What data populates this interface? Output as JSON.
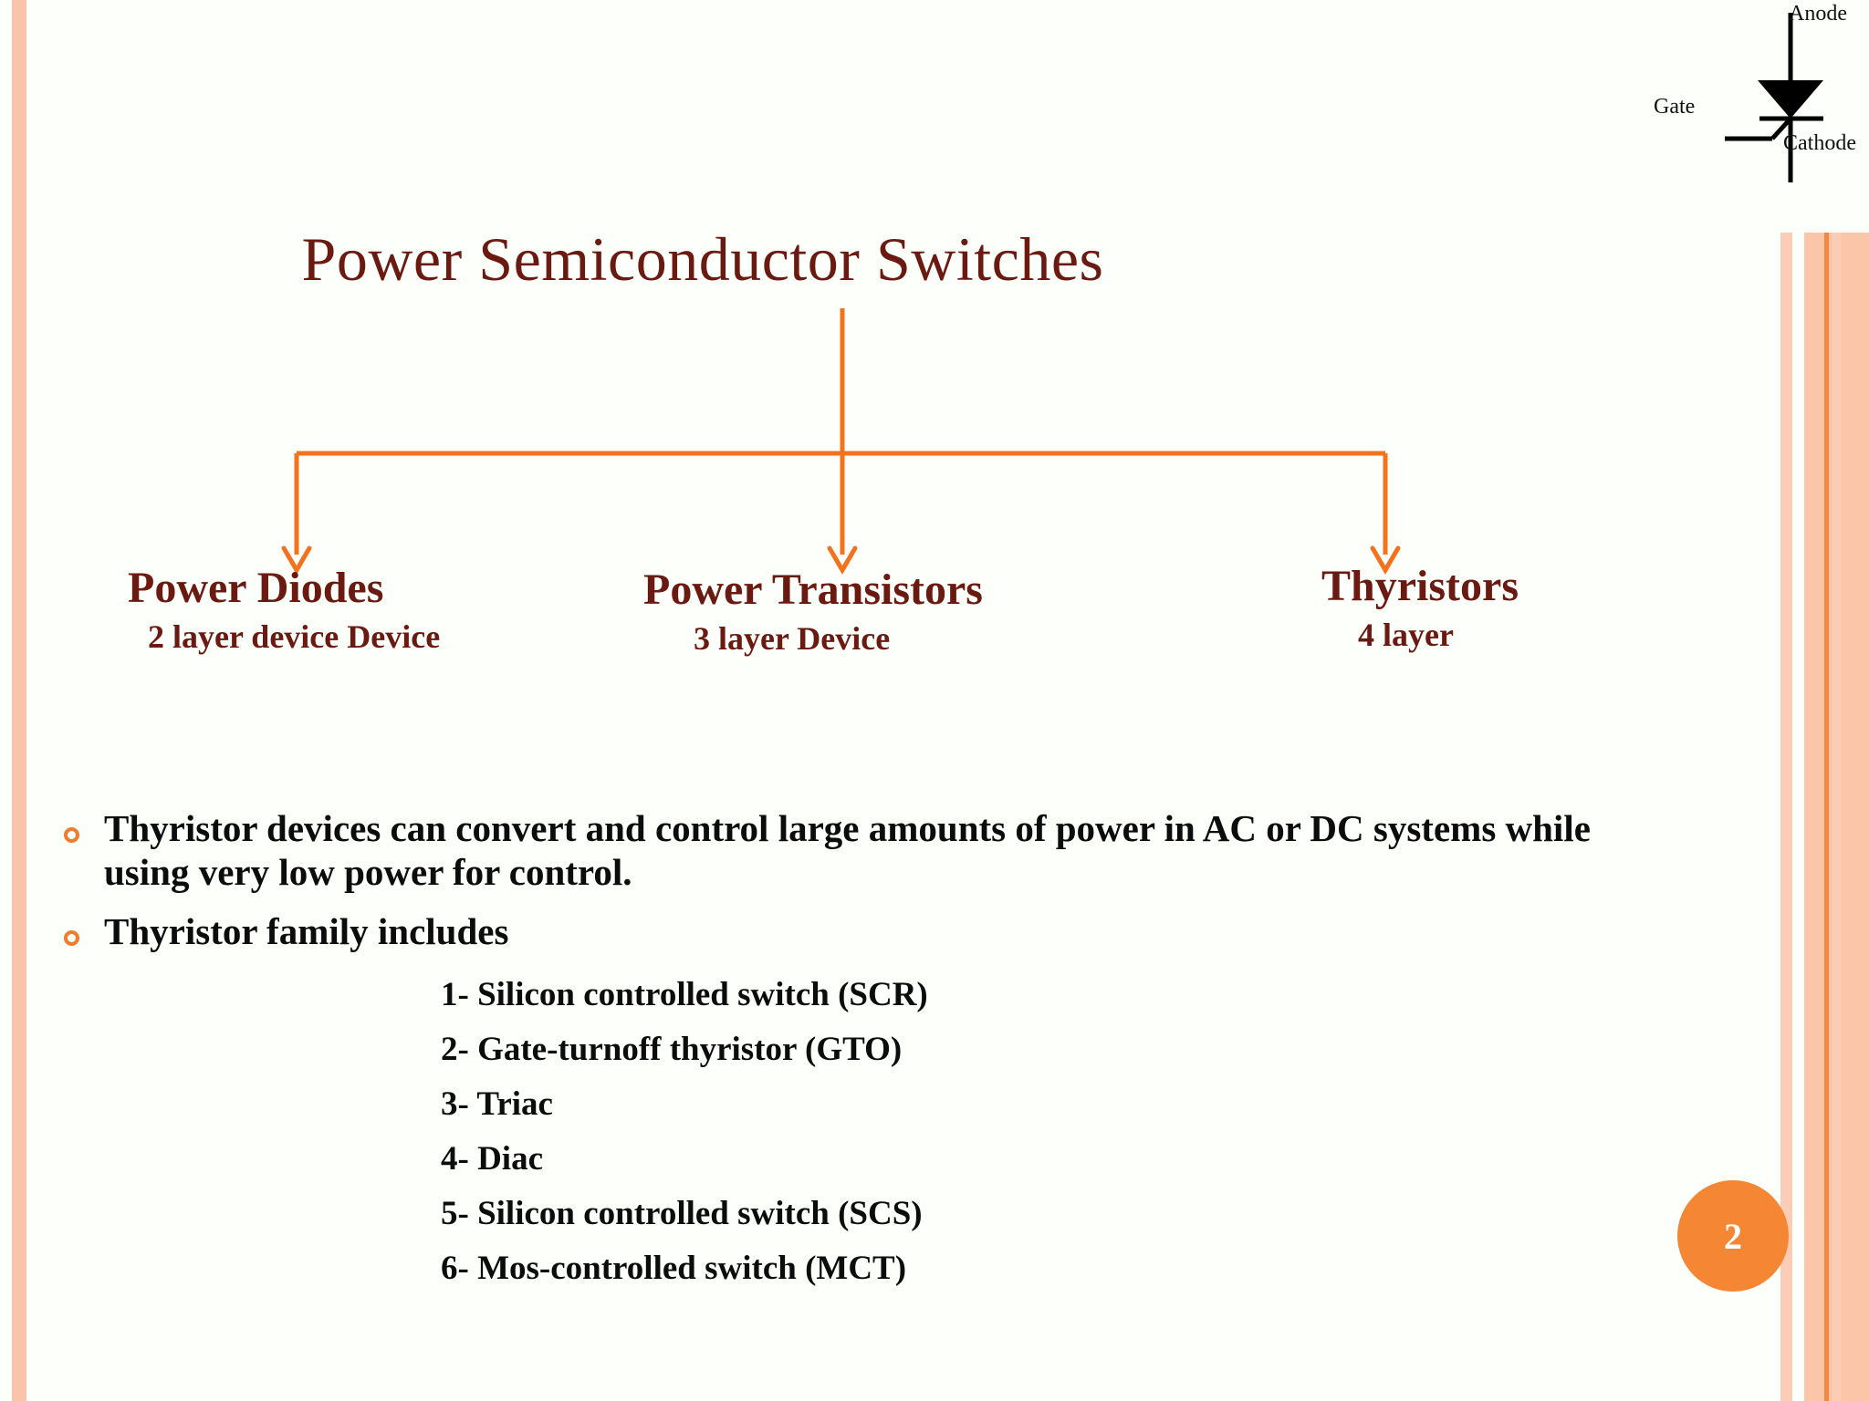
{
  "slide": {
    "title": "Power Semiconductor Switches",
    "page_number": "2",
    "accent_color": "#f58634",
    "heading_color": "#6b1a12",
    "body_color": "#0c0c0c",
    "stripe_color": "#fac4ab",
    "background_color": "#fdfffb"
  },
  "symbol": {
    "name": "thyristor-symbol",
    "anode_label": "Anode",
    "gate_label": "Gate",
    "cathode_label": "Cathode"
  },
  "tree": {
    "root": "Power Semiconductor Switches",
    "branches": [
      {
        "title": "Power Diodes",
        "subtitle": "2 layer device Device"
      },
      {
        "title": "Power Transistors",
        "subtitle": "3 layer Device"
      },
      {
        "title": "Thyristors",
        "subtitle": "4 layer"
      }
    ]
  },
  "bullets": [
    {
      "marker": "circle-outline-icon",
      "text": "Thyristor devices can convert and control large amounts of power in AC or DC systems while using very low power for control."
    },
    {
      "marker": "circle-outline-icon",
      "text": "Thyristor family includes"
    }
  ],
  "family_list": [
    "1- Silicon controlled switch (SCR)",
    "2- Gate-turnoff thyristor (GTO)",
    "3- Triac",
    "4- Diac",
    "5- Silicon controlled switch (SCS)",
    "6- Mos-controlled switch (MCT)"
  ]
}
